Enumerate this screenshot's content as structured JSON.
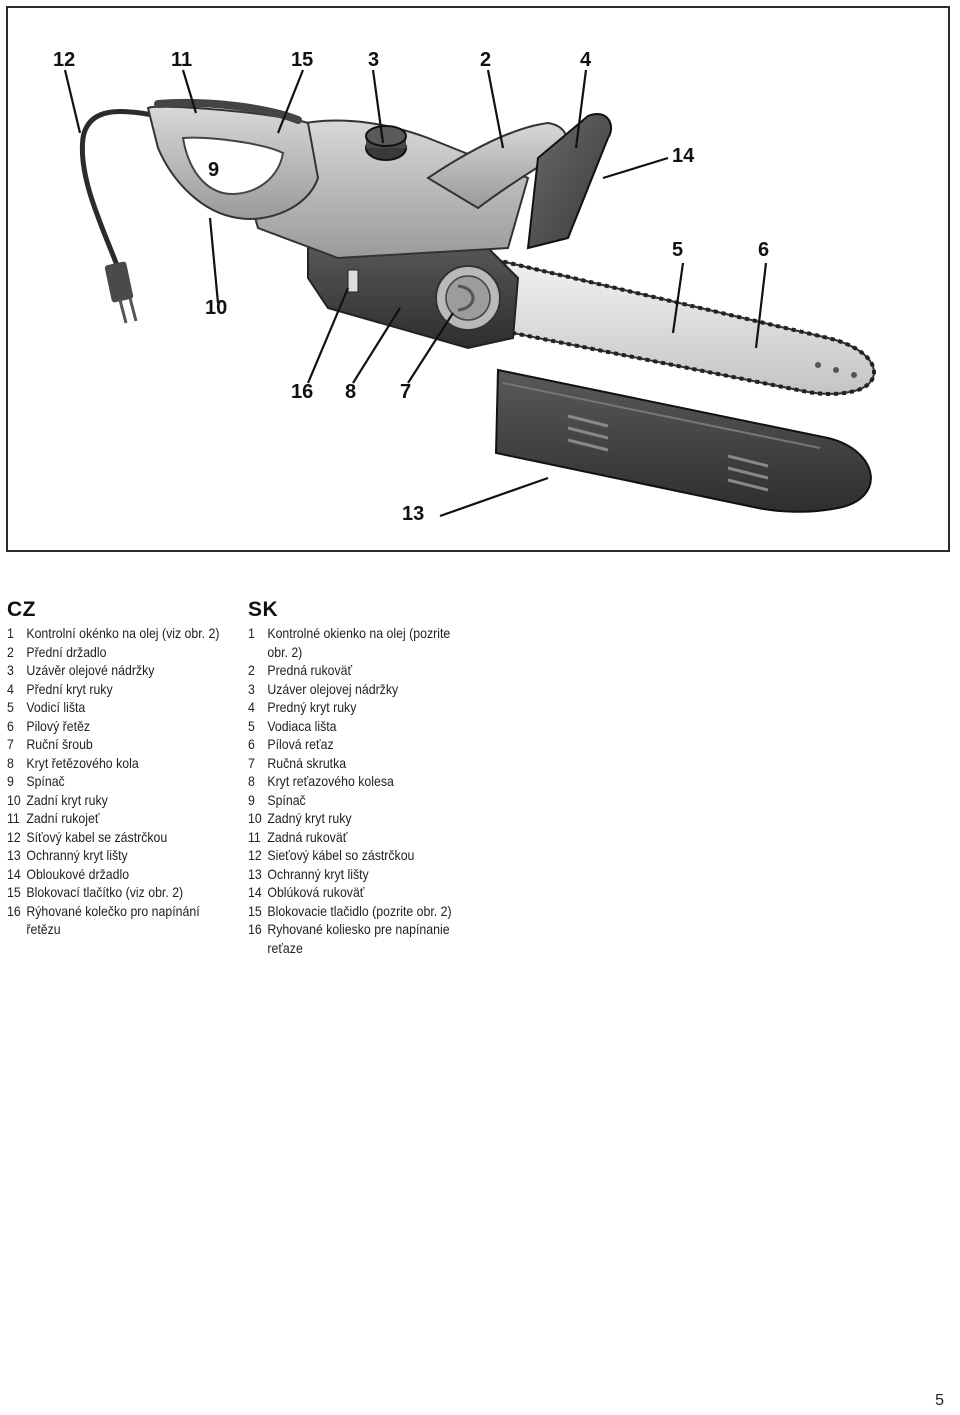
{
  "figure": {
    "callouts": {
      "c12": "12",
      "c11": "11",
      "c15": "15",
      "c3": "3",
      "c2": "2",
      "c4": "4",
      "c9": "9",
      "c14": "14",
      "c5": "5",
      "c6": "6",
      "c10": "10",
      "c16": "16",
      "c8": "8",
      "c7": "7",
      "c13": "13"
    }
  },
  "cz": {
    "heading": "CZ",
    "items": [
      {
        "num": "1",
        "text": "Kontrolní okénko na olej (viz obr. 2)"
      },
      {
        "num": "2",
        "text": "Přední držadlo"
      },
      {
        "num": "3",
        "text": "Uzávěr olejové nádržky"
      },
      {
        "num": "4",
        "text": "Přední kryt ruky"
      },
      {
        "num": "5",
        "text": "Vodicí lišta"
      },
      {
        "num": "6",
        "text": "Pilový řetěz"
      },
      {
        "num": "7",
        "text": "Ruční šroub"
      },
      {
        "num": "8",
        "text": "Kryt řetězového kola"
      },
      {
        "num": "9",
        "text": "Spínač"
      },
      {
        "num": "10",
        "text": "Zadní kryt ruky"
      },
      {
        "num": "11",
        "text": "Zadní rukojeť"
      },
      {
        "num": "12",
        "text": "Síťový kabel se zástrčkou"
      },
      {
        "num": "13",
        "text": "Ochranný kryt lišty"
      },
      {
        "num": "14",
        "text": "Obloukové držadlo"
      },
      {
        "num": "15",
        "text": "Blokovací tlačítko (viz obr. 2)"
      },
      {
        "num": "16",
        "text": "Rýhované kolečko pro napínání řetězu"
      }
    ]
  },
  "sk": {
    "heading": "SK",
    "items": [
      {
        "num": "1",
        "text": "Kontrolné okienko na olej (pozrite obr. 2)"
      },
      {
        "num": "2",
        "text": "Predná rukoväť"
      },
      {
        "num": "3",
        "text": "Uzáver olejovej nádržky"
      },
      {
        "num": "4",
        "text": "Predný kryt ruky"
      },
      {
        "num": "5",
        "text": "Vodiaca lišta"
      },
      {
        "num": "6",
        "text": "Pílová reťaz"
      },
      {
        "num": "7",
        "text": "Ručná skrutka"
      },
      {
        "num": "8",
        "text": "Kryt reťazového kolesa"
      },
      {
        "num": "9",
        "text": "Spínač"
      },
      {
        "num": "10",
        "text": "Zadný kryt ruky"
      },
      {
        "num": "11",
        "text": "Zadná rukoväť"
      },
      {
        "num": "12",
        "text": "Sieťový kábel so zástrčkou"
      },
      {
        "num": "13",
        "text": "Ochranný kryt lišty"
      },
      {
        "num": "14",
        "text": "Oblúková rukoväť"
      },
      {
        "num": "15",
        "text": "Blokovacie tlačidlo (pozrite obr. 2)"
      },
      {
        "num": "16",
        "text": "Ryhované koliesko pre napínanie reťaze"
      }
    ]
  },
  "page_number": "5"
}
